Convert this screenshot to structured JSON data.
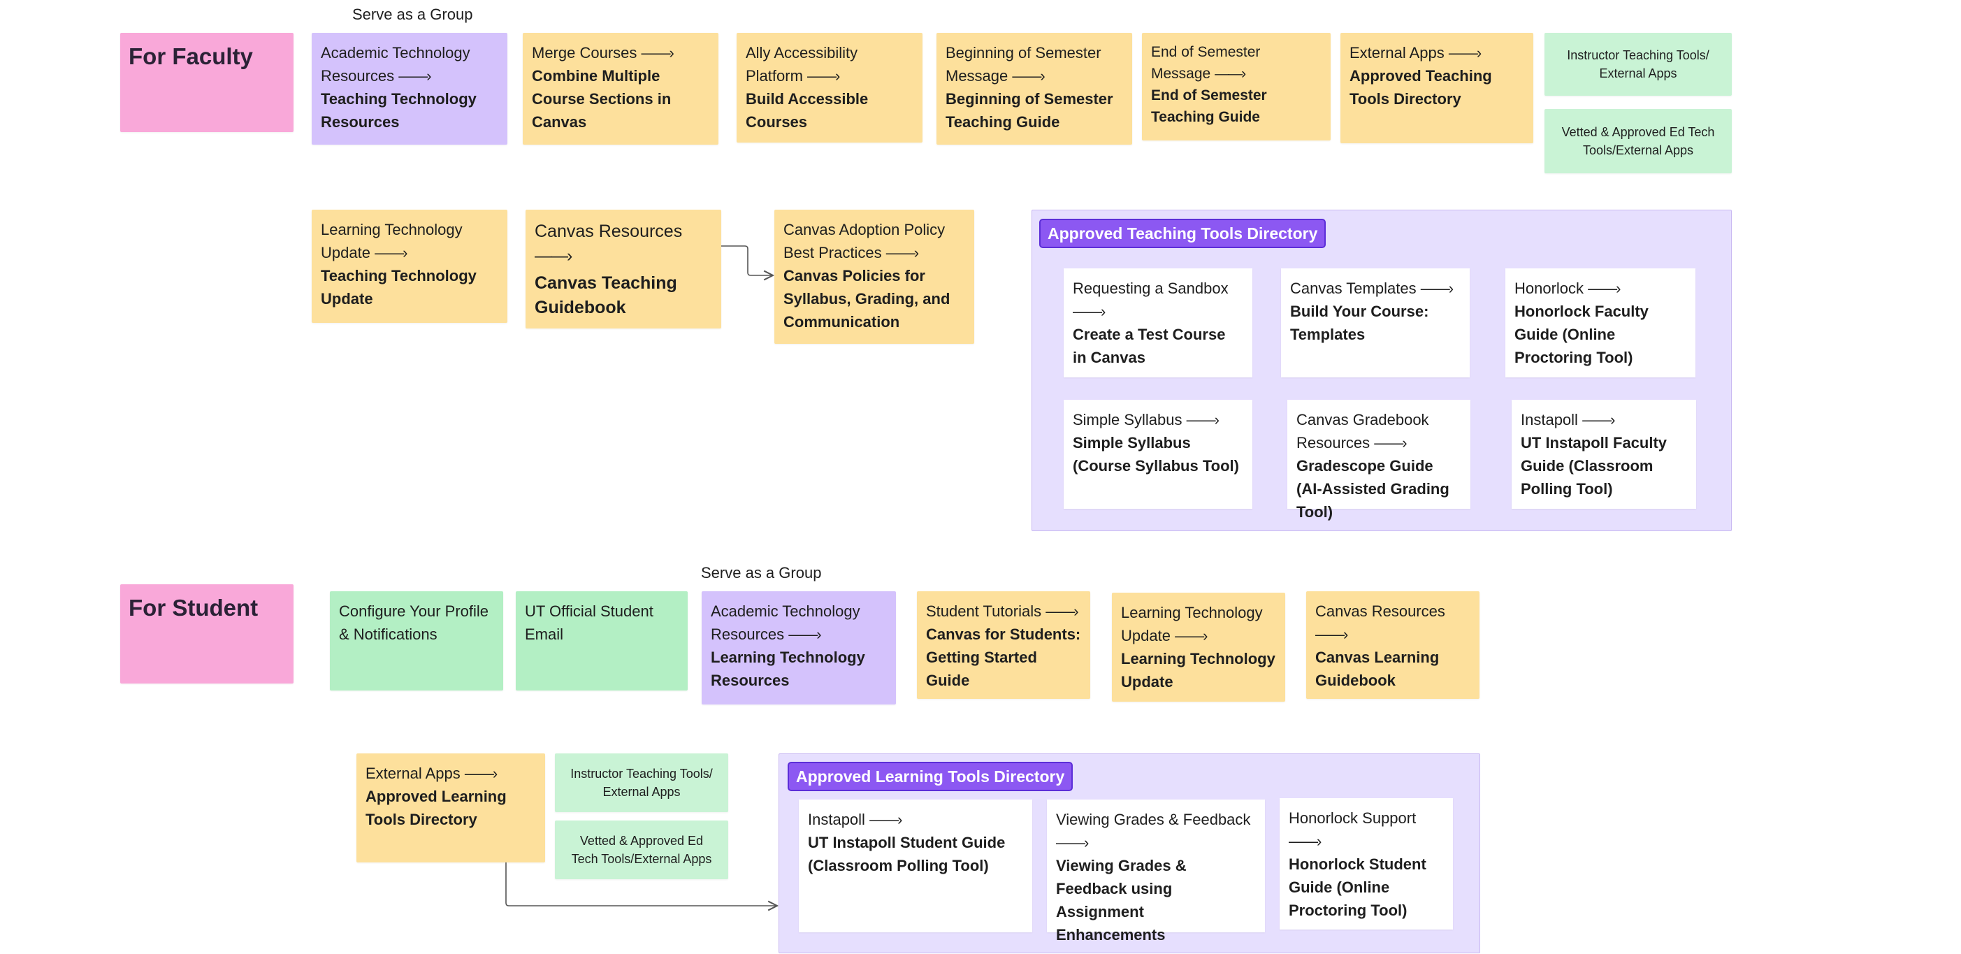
{
  "faculty": {
    "section_title": "For Faculty",
    "group_label": "Serve as a Group",
    "row1": [
      {
        "top": "Academic Technology Resources",
        "bold": "Teaching Technology Resources"
      },
      {
        "top": "Merge Courses",
        "bold": "Combine Multiple Course Sections in Canvas"
      },
      {
        "top": "Ally Accessibility Platform",
        "bold": "Build Accessible Courses"
      },
      {
        "top": "Beginning of Semester Message",
        "bold": "Beginning of Semester Teaching Guide"
      },
      {
        "top": "End of Semester Message",
        "bold": "End of Semester Teaching Guide"
      },
      {
        "top": "External Apps",
        "bold": "Approved Teaching Tools Directory"
      }
    ],
    "green_notes": [
      "Instructor Teaching Tools/ External Apps",
      "Vetted & Approved Ed Tech Tools/External Apps"
    ],
    "row2": [
      {
        "top": "Learning Technology Update",
        "bold": "Teaching Technology Update"
      },
      {
        "top": "Canvas Resources",
        "bold": "Canvas Teaching Guidebook"
      },
      {
        "top": "Canvas Adoption Policy Best Practices",
        "bold": "Canvas Policies for Syllabus, Grading, and Communication"
      }
    ],
    "directory": {
      "title": "Approved Teaching Tools Directory",
      "cards": [
        {
          "top": "Requesting a Sandbox",
          "bold": "Create a Test Course in Canvas"
        },
        {
          "top": "Canvas Templates",
          "bold": "Build Your Course: Templates"
        },
        {
          "top": "Honorlock",
          "bold": "Honorlock Faculty Guide (Online Proctoring Tool)"
        },
        {
          "top": "Simple Syllabus",
          "bold": "Simple Syllabus (Course Syllabus Tool)"
        },
        {
          "top": "Canvas Gradebook Resources",
          "bold": "Gradescope Guide (AI-Assisted Grading Tool)"
        },
        {
          "top": "Instapoll",
          "bold": "UT Instapoll Faculty Guide (Classroom Polling Tool)"
        }
      ]
    }
  },
  "student": {
    "section_title": "For Student",
    "group_label": "Serve as a Group",
    "green_cards": [
      "Configure Your Profile & Notifications",
      "UT Official Student Email"
    ],
    "row1": [
      {
        "top": "Academic Technology Resources",
        "bold": "Learning Technology Resources"
      },
      {
        "top": "Student Tutorials",
        "bold": "Canvas for Students: Getting Started Guide"
      },
      {
        "top": "Learning Technology Update",
        "bold": "Learning Technology Update"
      },
      {
        "top": "Canvas Resources",
        "bold": "Canvas Learning Guidebook"
      }
    ],
    "external": {
      "top": "External Apps",
      "bold": "Approved Learning Tools Directory"
    },
    "green_notes": [
      "Instructor Teaching Tools/ External Apps",
      "Vetted & Approved Ed Tech Tools/External Apps"
    ],
    "directory": {
      "title": "Approved Learning Tools Directory",
      "cards": [
        {
          "top": "Instapoll",
          "bold": "UT Instapoll Student Guide (Classroom Polling Tool)"
        },
        {
          "top": "Viewing Grades & Feedback",
          "bold": "Viewing Grades & Feedback using Assignment Enhancements"
        },
        {
          "top": "Honorlock Support",
          "bold": "Honorlock Student Guide (Online Proctoring Tool)"
        }
      ]
    }
  },
  "arrow_glyph": "——›",
  "colors": {
    "pink": "#f9a8d9",
    "purple": "#d4c2fc",
    "yellow": "#fde09c",
    "green": "#b3efc4",
    "frame": "#e6dffe",
    "frame_tag": "#8c58f2"
  }
}
